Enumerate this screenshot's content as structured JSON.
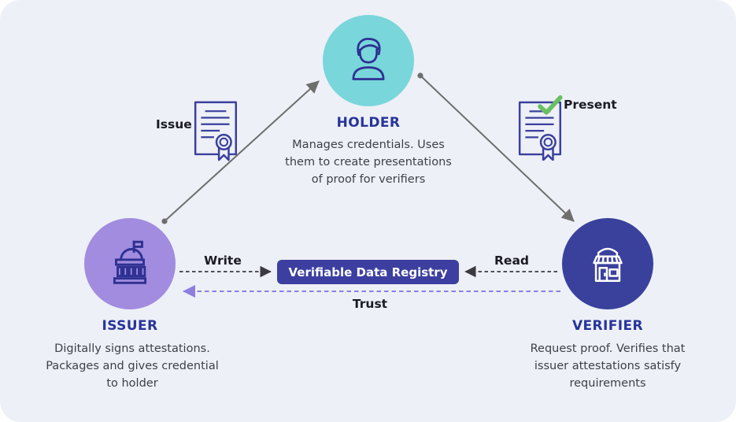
{
  "diagram": {
    "nodes": {
      "holder": {
        "label": "HOLDER",
        "description": "Manages credentials. Uses\nthem to create presentations\nof proof for verifiers"
      },
      "issuer": {
        "label": "ISSUER",
        "description": "Digitally signs attestations.\nPackages and gives credential\nto holder"
      },
      "verifier": {
        "label": "VERIFIER",
        "description": "Request proof. Verifies that\nissuer attestations satisfy\nrequirements"
      }
    },
    "registry": {
      "label": "Verifiable Data Registry"
    },
    "edges": {
      "issue": {
        "label": "Issue"
      },
      "present": {
        "label": "Present"
      },
      "write": {
        "label": "Write"
      },
      "read": {
        "label": "Read"
      },
      "trust": {
        "label": "Trust"
      }
    },
    "icons": {
      "holder": "person-icon",
      "issuer": "bank-building-icon",
      "verifier": "storefront-icon",
      "issue": "certificate-icon",
      "present": "certificate-check-icon"
    },
    "colors": {
      "background": "#edf0f6",
      "holder_circle": "#79d6db",
      "issuer_circle": "#a28cdf",
      "verifier_circle": "#3a419c",
      "registry_box": "#3c3f9f",
      "node_label": "#27349b",
      "description_text": "#3f4048",
      "solid_arrow": "#6e6e6e",
      "dashed_arrow": "#3a3a40",
      "trust_arrow": "#8f7ee0",
      "icon_stroke": "#2e3192",
      "check_green": "#6abf63"
    }
  }
}
